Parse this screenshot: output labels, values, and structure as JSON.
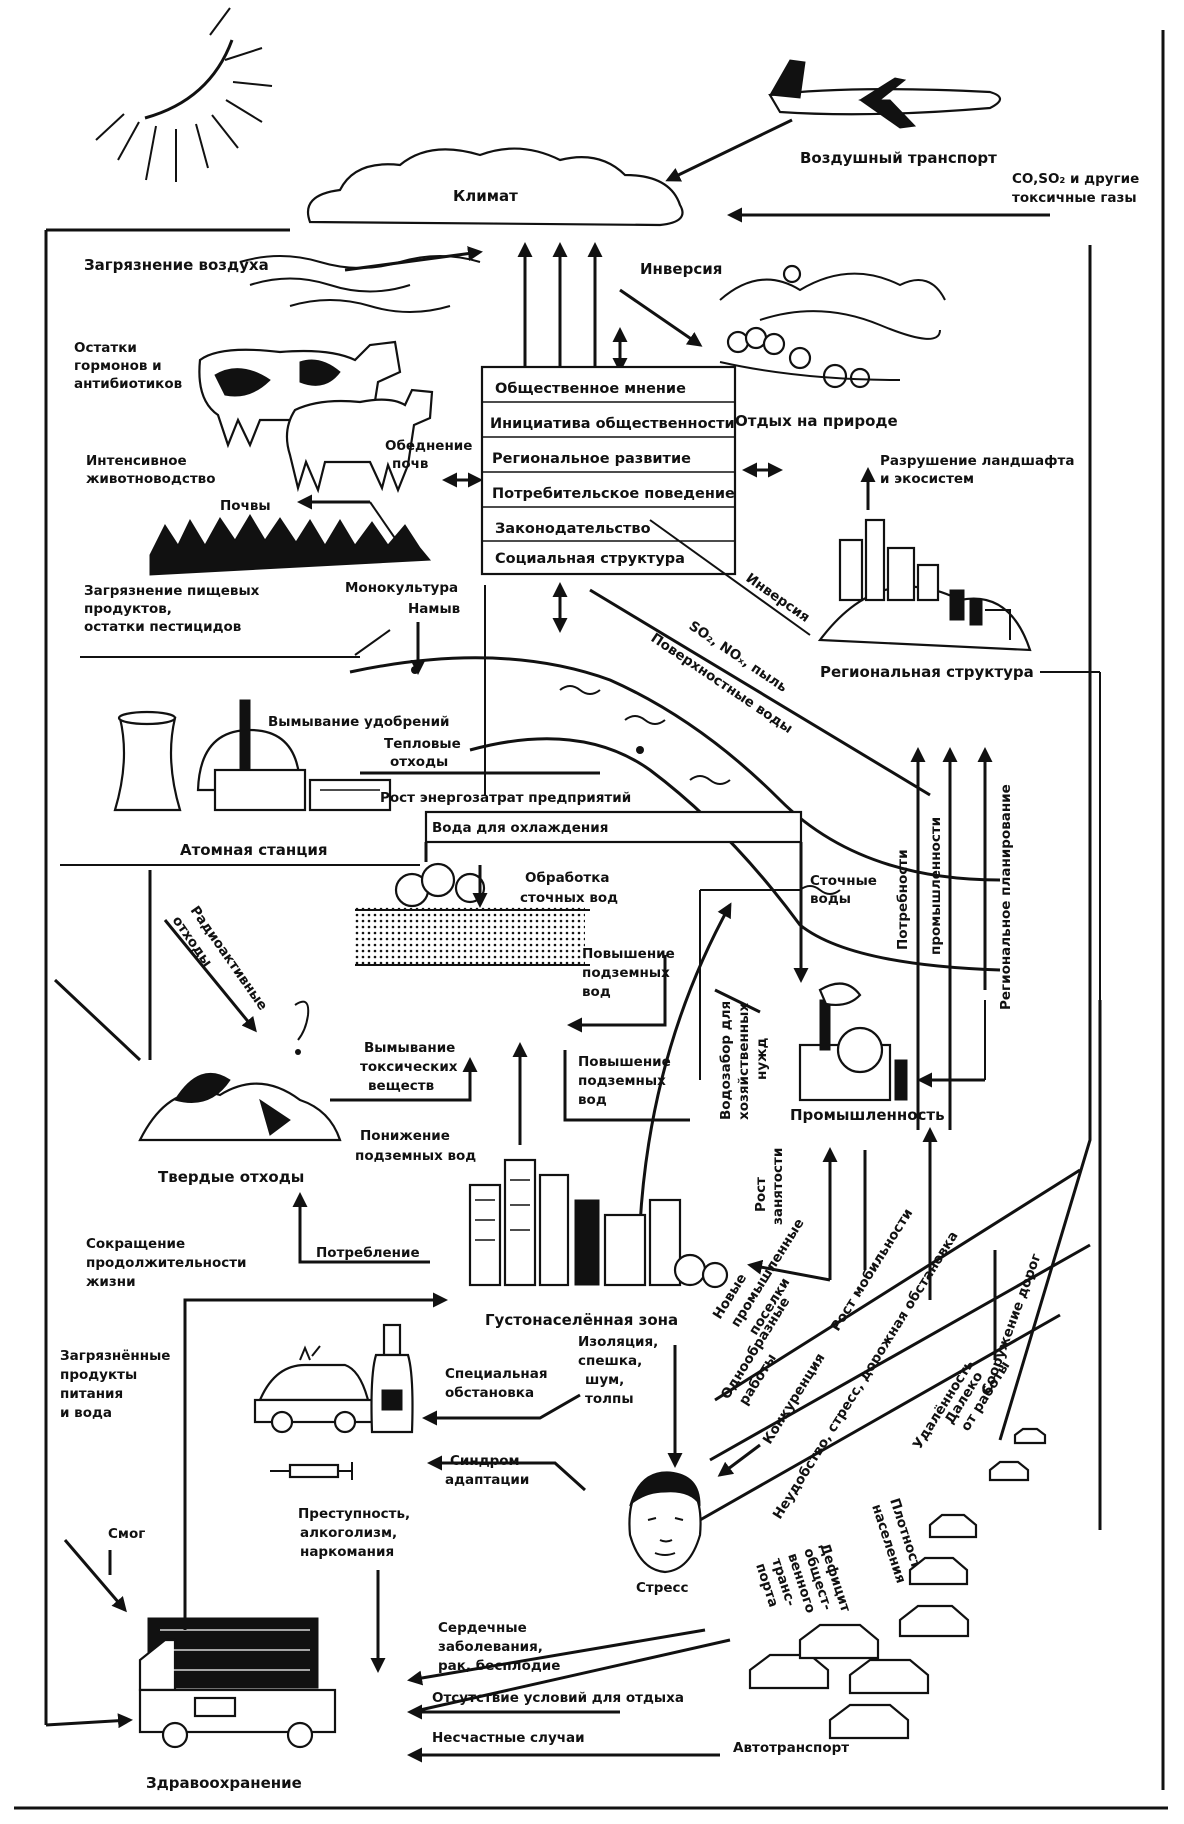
{
  "labels": {
    "air_transport": "Воздушный транспорт",
    "toxic_gases": "CO,SO₂ и другие токсичные газы",
    "climate": "Климат",
    "air_pollution": "Загрязнение воздуха",
    "inversion_top": "Инверсия",
    "hormone_residues": "Остатки гормонов и антибиотиков",
    "intensive_livestock": "Интенсивное животноводство",
    "soil_depletion": "Обеднение почв",
    "soils": "Почвы",
    "recreation": "Отдых на природе",
    "landscape_destruction": "Разрушение ландшафта и экосистем",
    "food_pollution": "Загрязнение пищевых продуктов, остатки пестицидов",
    "monoculture": "Монокультура",
    "erosion": "Намыв",
    "inversion_side": "Инверсия",
    "regional_structure": "Региональная структура",
    "gases_dust": "SO₂, NOₓ, пыль",
    "surface_water": "Поверхностные воды",
    "fertilizer_leaching": "Вымывание удобрений",
    "thermal_waste": "Тепловые отходы",
    "energy_growth": "Рост энергозатрат предприятий",
    "cooling_water": "Вода для охлаждения",
    "nuclear_plant": "Атомная станция",
    "sewage_treatment": "Обработка сточных вод",
    "wastewater": "Сточные воды",
    "radioactive_waste": "Радиоактивные отходы",
    "groundwater_rise": "Повышение подземных вод",
    "water_intake": "Водозабор для хозяйственных нужд",
    "toxic_leaching": "Вымывание токсических веществ",
    "groundwater_rise_2": "Повышение подземных вод",
    "industry_needs": "Потребности промышленности",
    "regional_planning": "Региональное планирование",
    "industry": "Промышленность",
    "groundwater_drop": "Понижение подземных вод",
    "solid_waste": "Твердые отходы",
    "employment_growth": "Рост занятости",
    "life_shortening": "Сокращение продолжительности жизни",
    "consumption": "Потребление",
    "dense_zone": "Густонаселённая зона",
    "new_settlements": "Новые промышленные поселки",
    "monotonous_work": "Однообразные работы",
    "competition": "Конкуренция",
    "growth_mobility": "Рост мобильности",
    "traffic_stress": "Неудобство, стресс, дорожная обстановка",
    "distance_to_work": "Удалённость",
    "from_work": "Далеко от работы",
    "road_building": "Сооружение дорог",
    "contaminated_food": "Загрязнённые продукты питания и вода",
    "special_situation": "Специальная обстановка",
    "isolation": "Изоляция, спешка, шум, толпы",
    "adaptation_syndrome": "Синдром адаптации",
    "smog": "Смог",
    "crime": "Преступность, алкоголизм, наркомания",
    "stress": "Стресс",
    "population_density": "Плотность населения",
    "transport_deficit": "Дефицит общественного транспорта",
    "heart_diseases": "Сердечные заболевания, рак, бесплодие",
    "no_rest": "Отсутствие условий для отдыха",
    "accidents": "Несчастные случаи",
    "auto_transport": "Автотранспорт",
    "healthcare": "Здравоохранение"
  },
  "center_box": [
    "Общественное мнение",
    "Инициатива общественности",
    "Региональное развитие",
    "Потребительское поведение",
    "Законодательство",
    "Социальная структура"
  ]
}
